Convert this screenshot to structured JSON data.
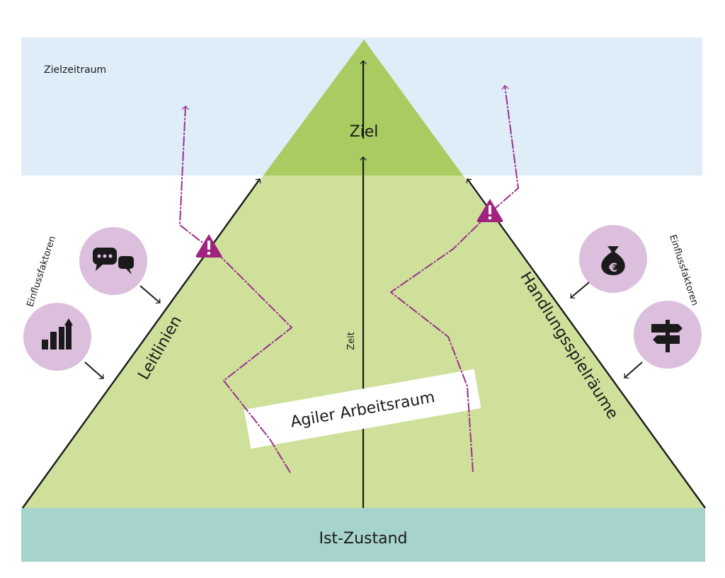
{
  "labels": {
    "target_period": "Zielzeitraum",
    "goal": "Ziel",
    "current_state": "Ist-Zustand",
    "time": "Zeit",
    "agile_workspace": "Agiler Arbeitsraum",
    "guidelines": "Leitlinien",
    "scope_for_action": "Handlungsspielräume",
    "influence_factors_left": "Einflussfaktoren",
    "influence_factors_right": "Einflussfaktoren"
  },
  "icons": {
    "left_top": "speech-bubbles-icon",
    "left_bottom": "bar-chart-icon",
    "right_top": "money-bag-euro-icon",
    "right_bottom": "signpost-icon",
    "warning": "warning-triangle-icon"
  },
  "colors": {
    "target_band": "#dfedf9",
    "current_band": "#a7d3cd",
    "goal_area": "#a8cc62",
    "workspace_area": "#cfe09b",
    "icon_circle": "#dbbfdd",
    "path": "#9b2f8e",
    "warning": "#a0237f"
  }
}
